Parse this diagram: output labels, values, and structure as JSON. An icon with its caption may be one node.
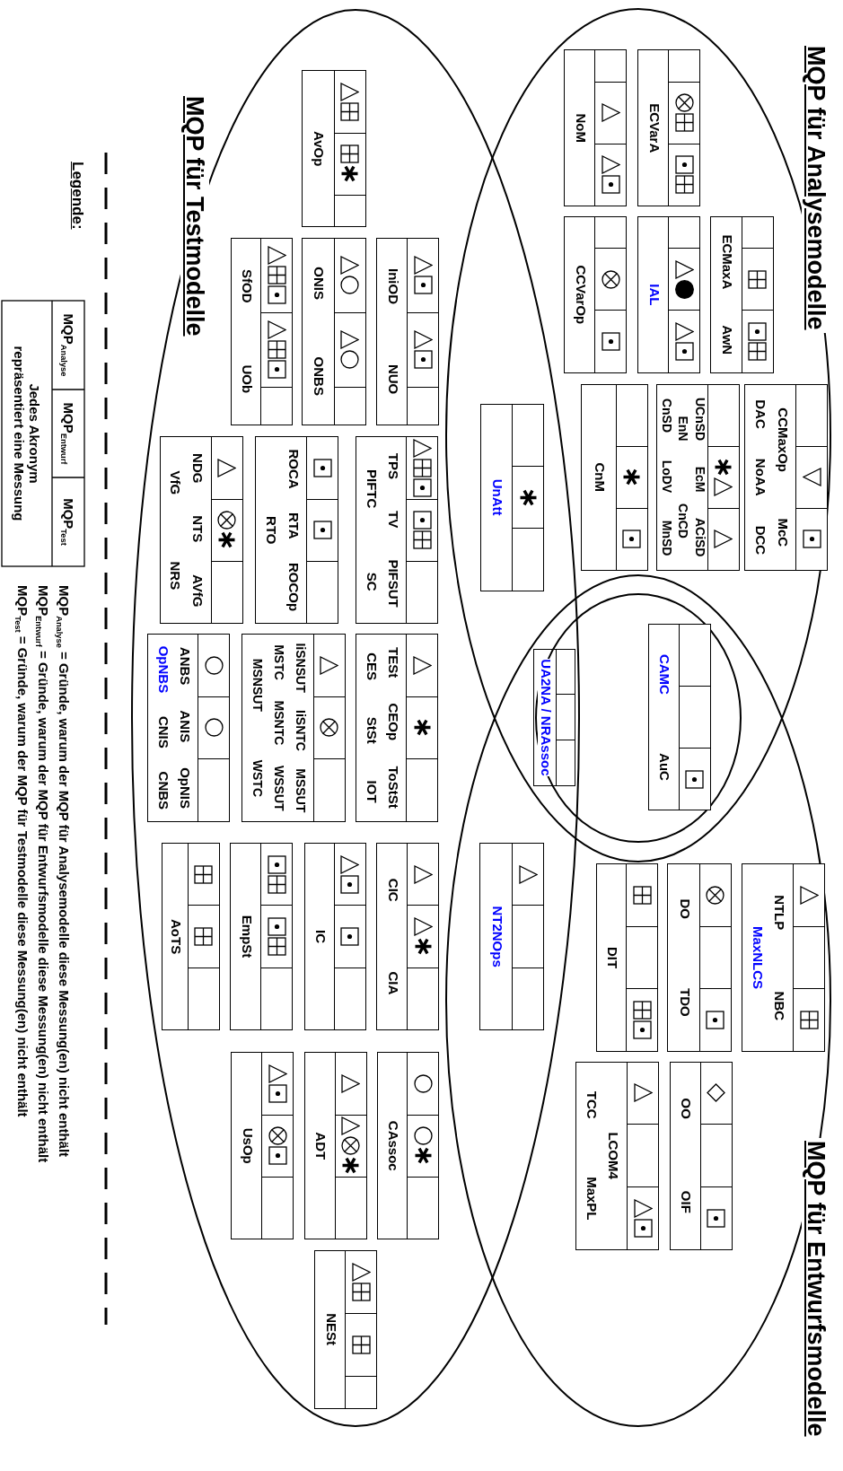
{
  "diagram": {
    "nodes": [
      {
        "text": [
          "MQP für Analysemodelle"
        ]
      },
      {
        "text": [
          "MQP für Entwurfsmodelle"
        ]
      },
      {
        "text": [
          "MQP für Testmodelle"
        ]
      },
      {
        "text": [],
        "shape": "circle"
      },
      {
        "text": [
          "NoM"
        ],
        "in": 0
      },
      {
        "text": [
          "ECVarA"
        ],
        "in": 0
      },
      {
        "text": [
          "CCVarOp"
        ],
        "in": 0
      },
      {
        "text": [
          "IAL"
        ],
        "in": 0
      },
      {
        "text": [
          "ECMaxA",
          "AwN"
        ],
        "in": 0
      },
      {
        "text": [
          "CnM"
        ],
        "in": 0
      },
      {
        "text": [
          "UCnSD",
          "EcM",
          "ACiSD",
          "EnN",
          "CnCD",
          "CnSD",
          "LoDV",
          "MnSD"
        ],
        "in": 0
      },
      {
        "text": [
          "CCMaxOp",
          "McC",
          "DAC",
          "NoAA",
          "DCC"
        ],
        "in": 0
      },
      {
        "text": [
          "UnAtt"
        ]
      },
      {
        "text": [
          "UA2NA / NRAssoc"
        ]
      },
      {
        "text": [
          "CAMC",
          "AuC"
        ],
        "in": 3
      },
      {
        "text": [
          "NT2NOps"
        ]
      },
      {
        "text": [
          "AvOp"
        ],
        "in": 2
      },
      {
        "text": [
          "IniOD",
          "NUO"
        ],
        "in": 2
      },
      {
        "text": [
          "ONIS",
          "ONBS"
        ],
        "in": 2
      },
      {
        "text": [
          "SfOD",
          "UOb"
        ],
        "in": 2
      },
      {
        "text": [
          "TPS",
          "TV",
          "PIFSUT",
          "PIFTC",
          "SC"
        ],
        "in": 2
      },
      {
        "text": [
          "ROCA",
          "RTA",
          "ROCOp",
          "RTO"
        ],
        "in": 2
      },
      {
        "text": [
          "NDG",
          "NTS",
          "AVfG",
          "VfG",
          "NRS"
        ],
        "in": 2
      },
      {
        "text": [
          "TESt",
          "CEOp",
          "ToStSt",
          "CES",
          "StSt",
          "IOT"
        ],
        "in": 2
      },
      {
        "text": [
          "IiSNSUT",
          "IiSNTC",
          "MSSUT",
          "MSTC",
          "MSNTC",
          "WSSUT",
          "MSNSUT",
          "WSTC"
        ],
        "in": 2
      },
      {
        "text": [
          "ANBS",
          "ANIS",
          "OpNIS",
          "OpNBS",
          "CNIS",
          "CNBS"
        ],
        "in": 2
      },
      {
        "text": [
          "AoTS"
        ],
        "in": 2
      },
      {
        "text": [
          "EmpSt"
        ],
        "in": 2
      },
      {
        "text": [
          "IC"
        ],
        "in": 2
      },
      {
        "text": [
          "CIC",
          "CIA"
        ],
        "in": 2
      },
      {
        "text": [
          "UsOp"
        ],
        "in": 2
      },
      {
        "text": [
          "ADT"
        ],
        "in": 2
      },
      {
        "text": [
          "CAssoc"
        ],
        "in": 2
      },
      {
        "text": [
          "NESt"
        ],
        "in": 2
      },
      {
        "text": [
          "NTLP",
          "MaxNLCS",
          "NBC"
        ],
        "in": 1
      },
      {
        "text": [
          "DO",
          "TDO"
        ],
        "in": 1
      },
      {
        "text": [
          "DIT"
        ],
        "in": 1
      },
      {
        "text": [
          "OO",
          "OIF"
        ],
        "in": 1
      },
      {
        "text": [
          "TCC",
          "LCOM4",
          "MaxPL"
        ],
        "in": 1
      }
    ],
    "labels": [
      "Legende:",
      "MQP$_{Analyse}$",
      "MQP$_{Entwurf}$",
      "MQP$_{Test}$",
      "Jedes Akronym repräsentiert eine Messung",
      "MQP$_{Analyse}$ = Gründe, warum der MQP für Analysemodelle diese Messung(en) nicht enthält",
      "MQP$_{Entwurf}$ = Gründe, warum der MQP für Entwurfsmodelle diese Messung(en) nicht enthält",
      "MQP$_{Test}$ = Gründe, warum der MQP für Testmodelle diese Messung(en) nicht enthält"
    ]
  }
}
